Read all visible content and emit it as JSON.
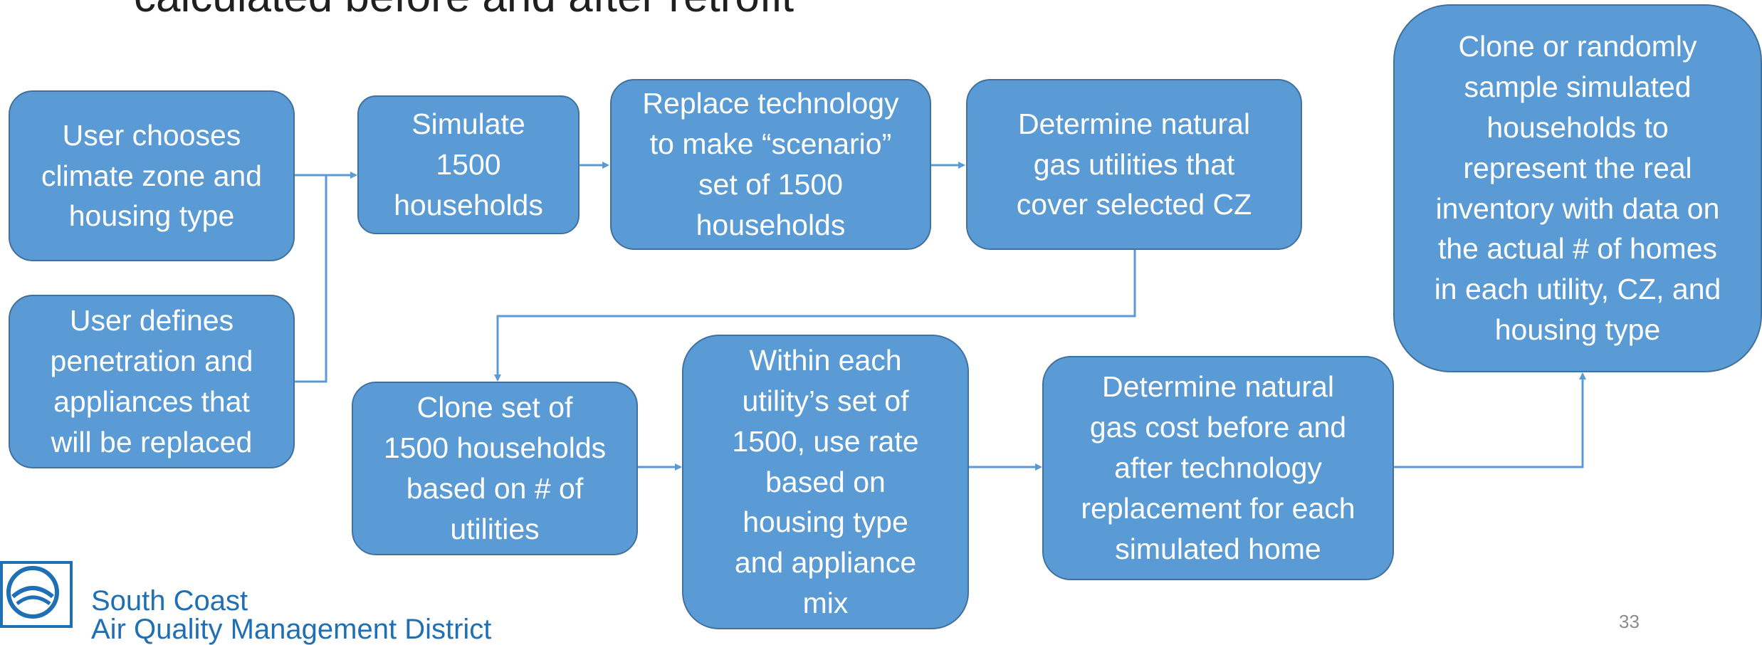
{
  "slide": {
    "title": "calculated before and after retrofit",
    "page_number": "33"
  },
  "footer": {
    "org_name": "South Coast\nAir Quality Management District"
  },
  "colors": {
    "box_fill": "#5b9bd5",
    "box_border": "#41719c",
    "box_text": "#ffffff",
    "connector": "#5b9bd5",
    "footer_text": "#1f6fb5"
  },
  "nodes": {
    "choose_zone": "User chooses\nclimate zone and\nhousing type",
    "define_penetration": "User defines\npenetration and\nappliances that\nwill be replaced",
    "simulate": "Simulate\n1500\nhouseholds",
    "replace_technology": "Replace technology\nto make “scenario”\nset of 1500\nhouseholds",
    "determine_utilities": "Determine natural\ngas utilities that\ncover selected CZ",
    "clone_set": "Clone set of\n1500 households\nbased on # of\nutilities",
    "use_rate": "Within each\nutility’s set of\n1500, use rate\nbased on\nhousing type\nand appliance\nmix",
    "determine_cost": "Determine natural\ngas cost before and\nafter technology\nreplacement for each\nsimulated home",
    "clone_sample": "Clone or randomly\nsample simulated\nhouseholds to\nrepresent the real\ninventory with data on\nthe actual # of homes\nin each utility, CZ, and\nhousing type"
  }
}
